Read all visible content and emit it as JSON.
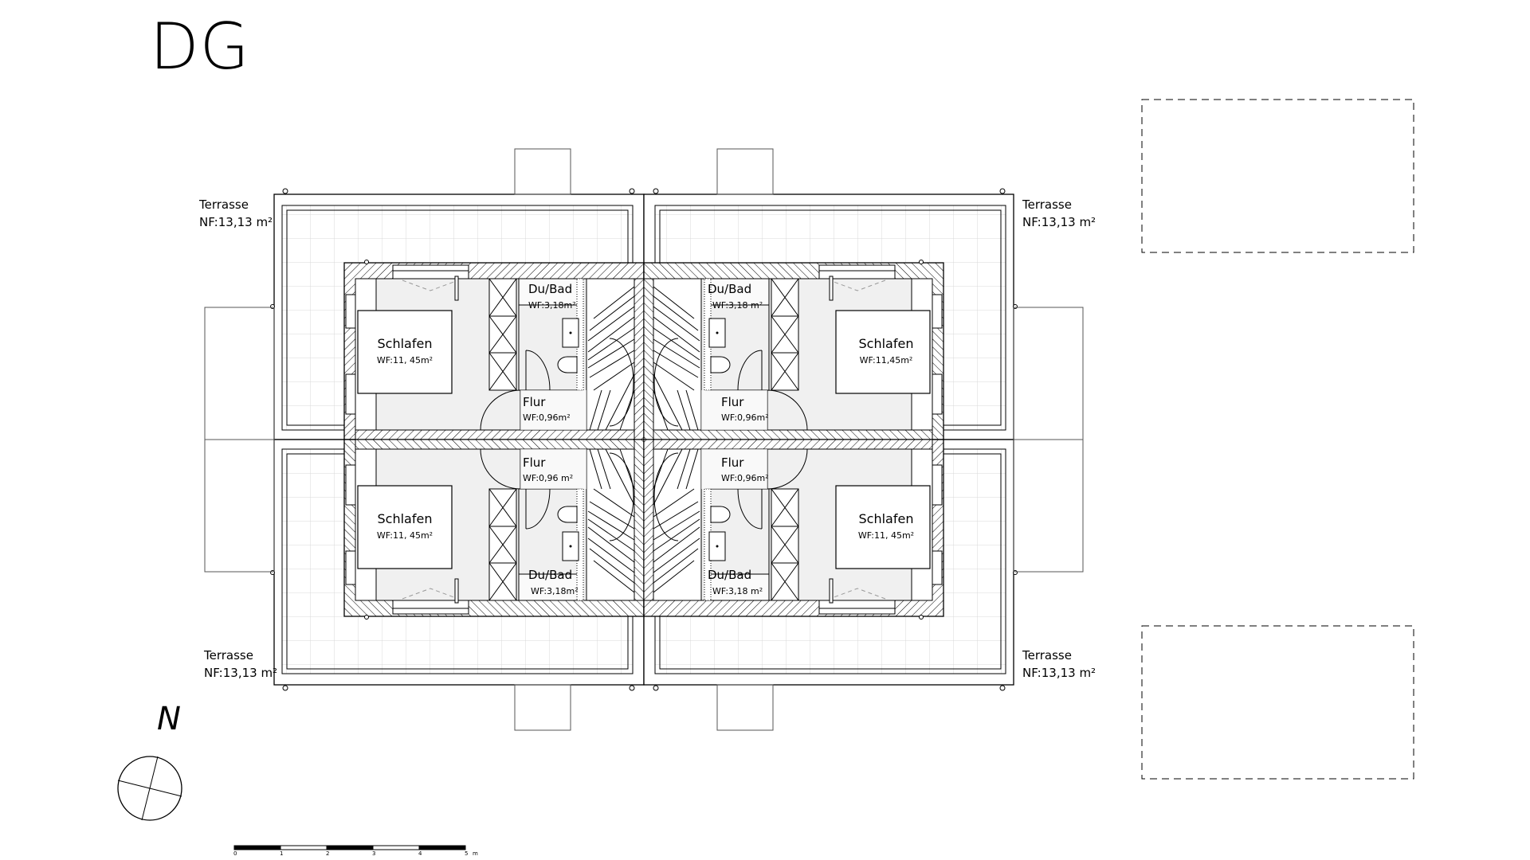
{
  "title": "DG",
  "north_label": "N",
  "terraces": [
    {
      "name": "Terrasse",
      "area": "NF:13,13 m²"
    },
    {
      "name": "Terrasse",
      "area": "NF:13,13 m²"
    },
    {
      "name": "Terrasse",
      "area": "NF:13,13 m²"
    },
    {
      "name": "Terrasse",
      "area": "NF:13,13 m²"
    }
  ],
  "units": [
    {
      "schlafen": "Schlafen",
      "schlafen_area": "WF:11, 45m²",
      "bad": "Du/Bad",
      "bad_area": "WF:3,18m²",
      "flur": "Flur",
      "flur_area": "WF:0,96m²"
    },
    {
      "schlafen": "Schlafen",
      "schlafen_area": "WF:11,45m²",
      "bad": "Du/Bad",
      "bad_area": "WF:3,18 m²",
      "flur": "Flur",
      "flur_area": "WF:0,96m²"
    },
    {
      "schlafen": "Schlafen",
      "schlafen_area": "WF:11, 45m²",
      "bad": "Du/Bad",
      "bad_area": "WF:3,18m²",
      "flur": "Flur",
      "flur_area": "WF:0,96 m²"
    },
    {
      "schlafen": "Schlafen",
      "schlafen_area": "WF:11, 45m²",
      "bad": "Du/Bad",
      "bad_area": "WF:3,18 m²",
      "flur": "Flur",
      "flur_area": "WF:0,96m²"
    }
  ],
  "scale_bar": {
    "ticks": [
      "0",
      "1",
      "2",
      "3",
      "4",
      "5"
    ],
    "unit": "m"
  }
}
